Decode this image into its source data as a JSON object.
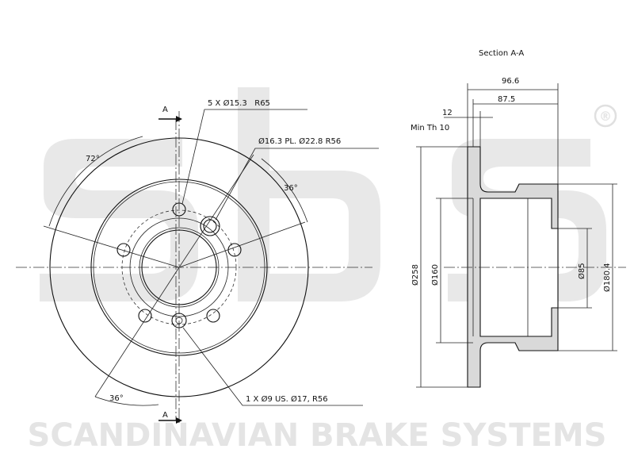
{
  "watermark": {
    "logo_text": "sbs",
    "registered_mark": "®",
    "company_name": "SCANDINAVIAN BRAKE SYSTEMS"
  },
  "front_view": {
    "section_mark_top": "A",
    "section_mark_bottom": "A",
    "angle_left": "72°",
    "angle_right": "36°",
    "angle_bottom": "36°",
    "callout_bolt_holes": "5 X Ø15.3   R65",
    "callout_plate_holes": "Ø16.3 PL. Ø22.8 R56",
    "callout_threaded_hole": "1 X Ø9 US. Ø17, R56"
  },
  "section_view": {
    "title": "Section A-A",
    "dim_total_height": "96.6",
    "dim_hat_height": "87.5",
    "dim_thickness": "12",
    "dim_min_thickness": "Min Th 10",
    "dim_outer_diameter": "Ø258",
    "dim_friction_inner_diameter": "Ø160",
    "dim_center_bore": "Ø85",
    "dim_hat_diameter": "Ø180.4"
  }
}
